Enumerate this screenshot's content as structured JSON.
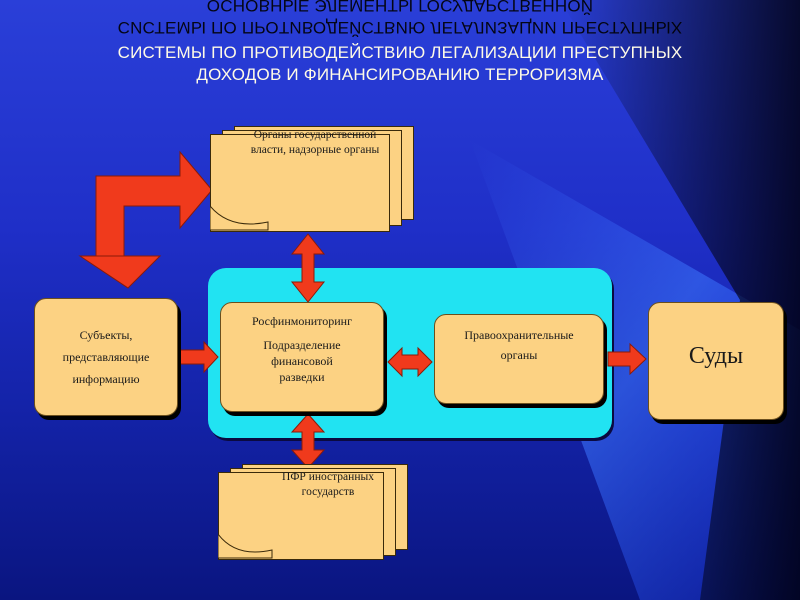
{
  "title": {
    "mirrored_line_1": "ОСНОВНЫЕ ЭЛЕМЕНТЫ ГОСУДАРСТВЕННОЙ",
    "mirrored_line_2": "СИСТЕМЫ ПО ПРОТИВОДЕЙСТВИЮ ЛЕГАЛИЗАЦИИ ПРЕСТУПНЫХ",
    "line_1": "ОСНОВНЫЕ ЭЛЕМЕНТЫ ГОСУДАРСТВЕННОЙ",
    "line_2": "СИСТЕМЫ ПО ПРОТИВОДЕЙСТВИЮ ЛЕГАЛИЗАЦИИ ПРЕСТУПНЫХ",
    "line_3": "ДОХОДОВ И ФИНАНСИРОВАНИЮ ТЕРРОРИЗМА"
  },
  "nodes": {
    "gov": {
      "line_1": "Органы государственной",
      "line_2": "власти, надзорные органы"
    },
    "subjects": {
      "line_1": "Субъекты,",
      "line_2": "представляющие",
      "line_3": "информацию"
    },
    "rosfin": {
      "line_1": "Росфинмониторинг",
      "line_2": "Подразделение",
      "line_3": "финансовой",
      "line_4": "разведки"
    },
    "law": {
      "line_1": "Правоохранительные",
      "line_2": "органы"
    },
    "courts": {
      "label": "Суды"
    },
    "pfr": {
      "line_1": "ПФР иностранных",
      "line_2": "государств"
    }
  },
  "colors": {
    "background": "#1f2fc8",
    "box_fill": "#fcd283",
    "center_panel": "#21e3f2",
    "arrow_fill": "#f03a1c",
    "title_text": "#fffbe6"
  }
}
